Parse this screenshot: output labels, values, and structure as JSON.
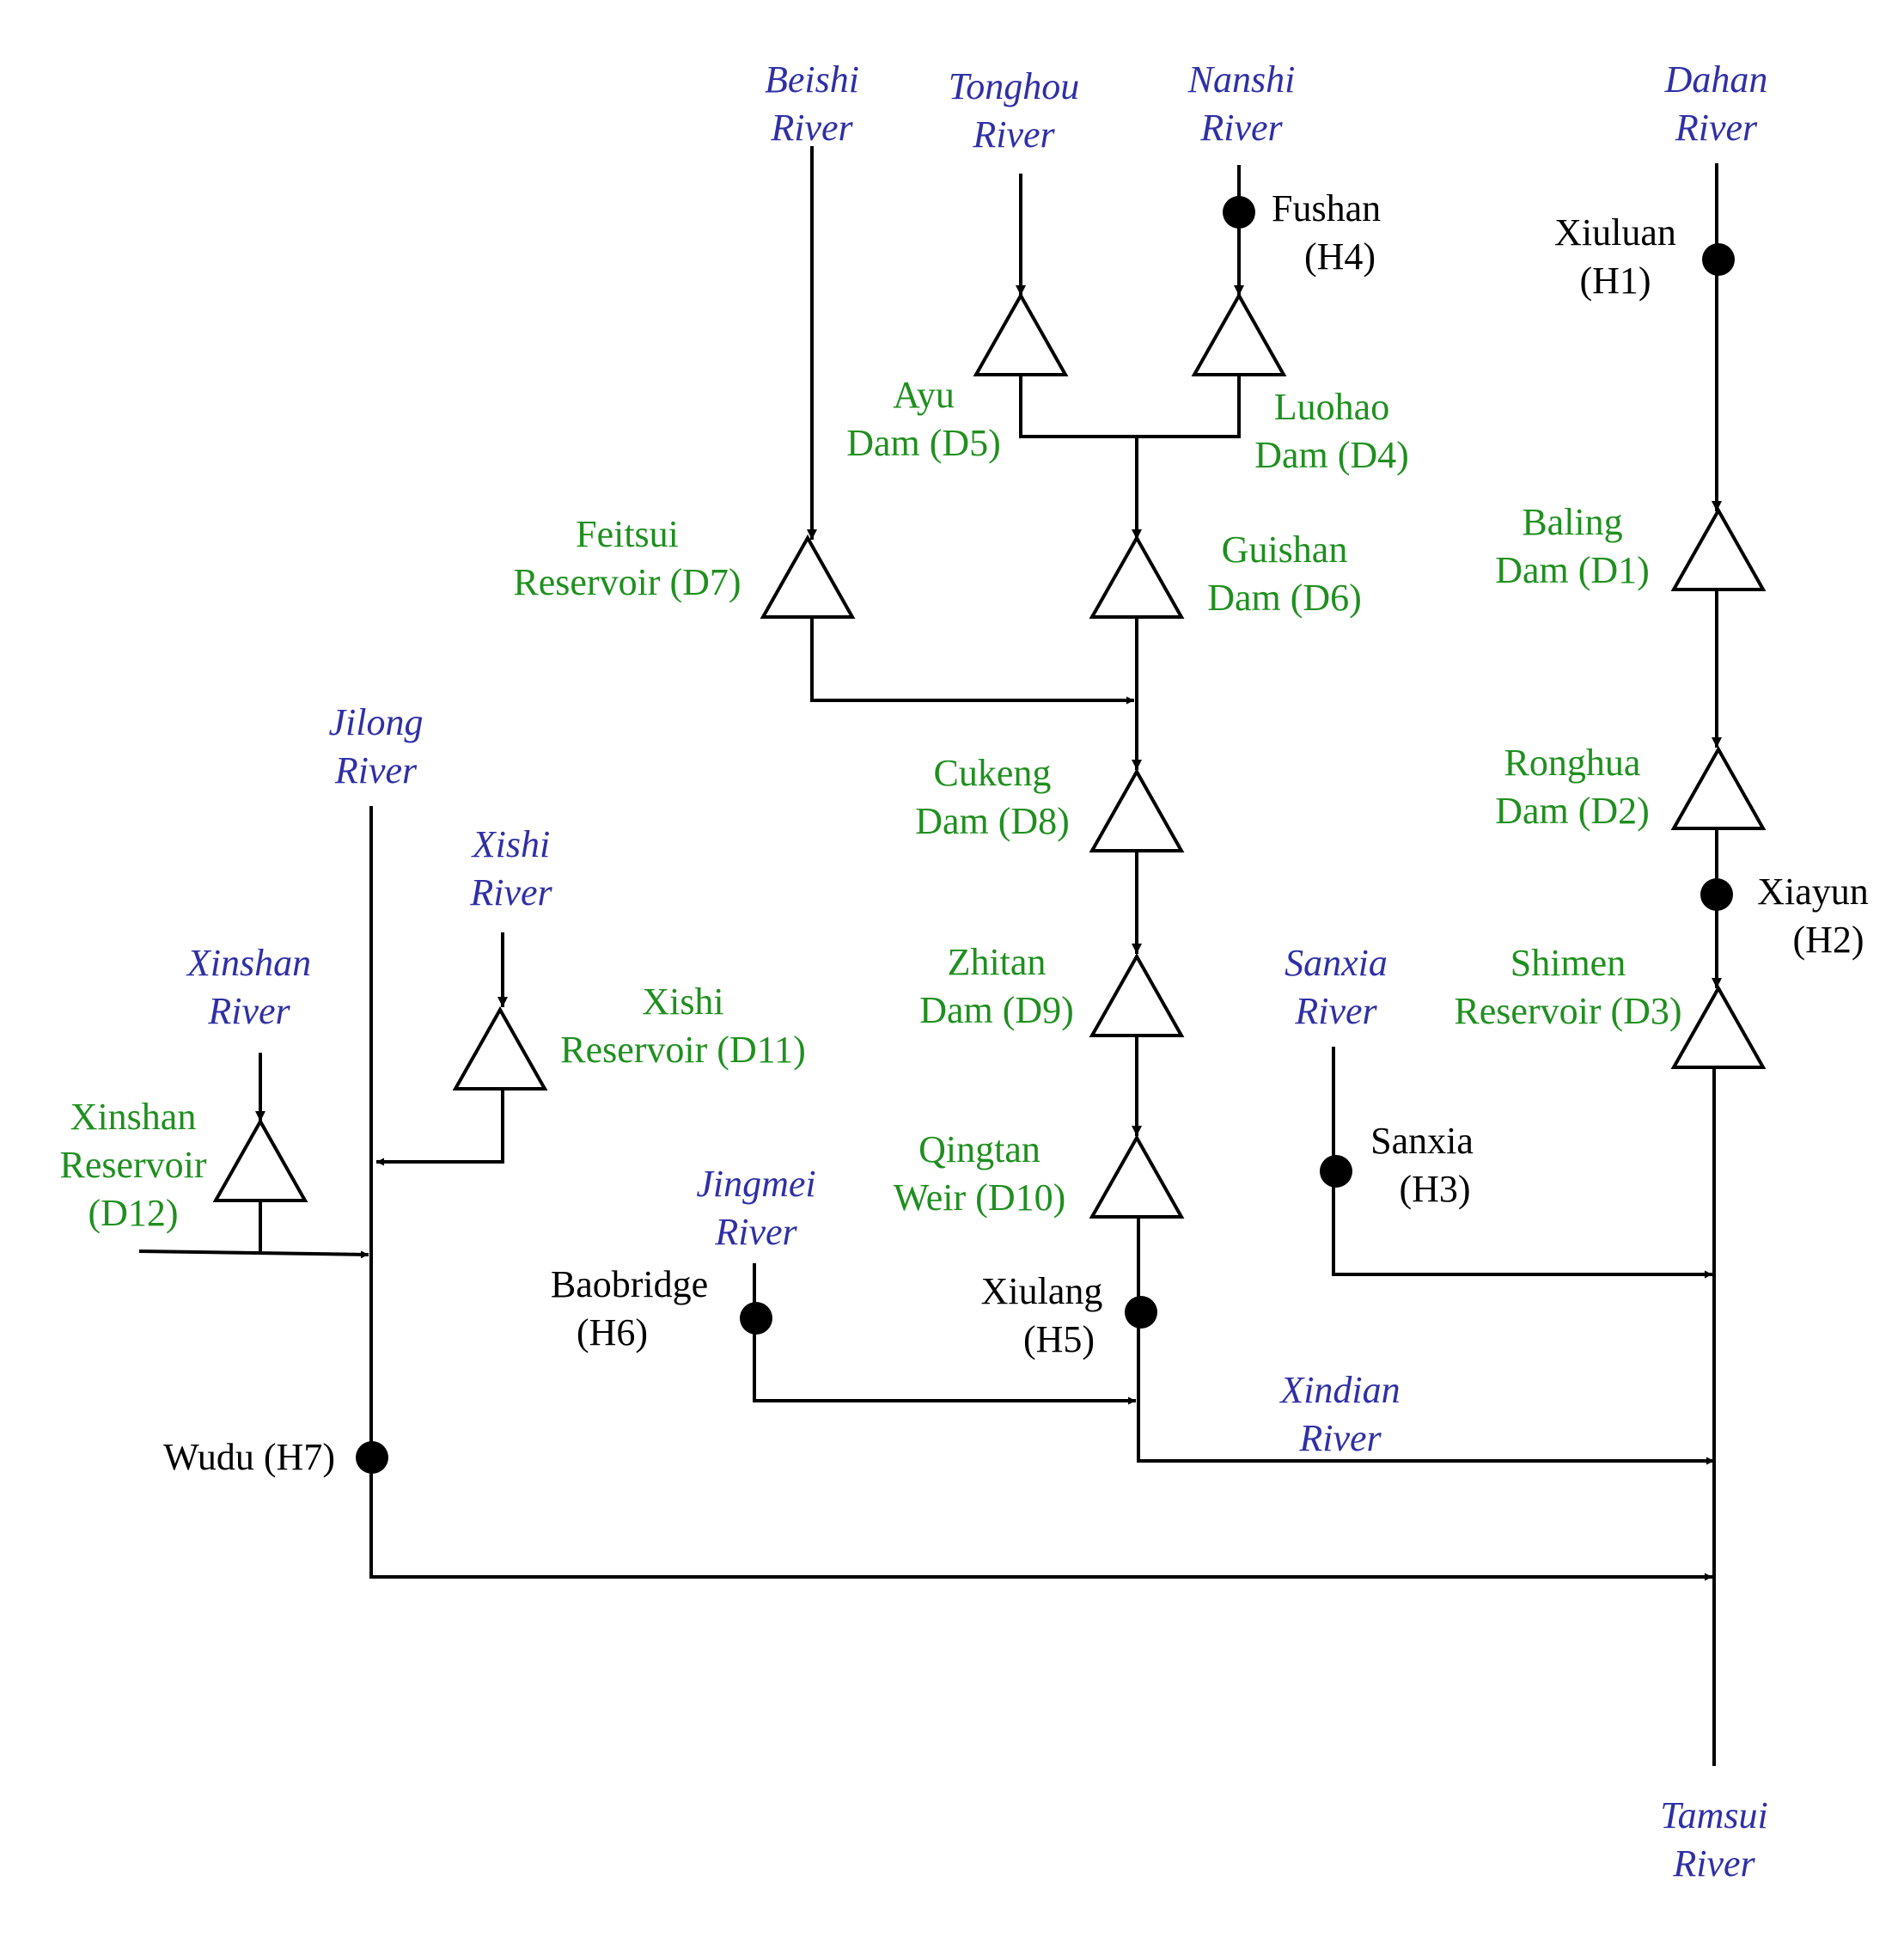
{
  "colors": {
    "river": "#2f2fa6",
    "dam": "#1f8f1f",
    "station": "#000000",
    "line": "#000000"
  },
  "rivers": {
    "beishi": [
      "Beishi",
      "River"
    ],
    "tonghou": [
      "Tonghou",
      "River"
    ],
    "nanshi": [
      "Nanshi",
      "River"
    ],
    "dahan": [
      "Dahan",
      "River"
    ],
    "jilong": [
      "Jilong",
      "River"
    ],
    "xishi": [
      "Xishi",
      "River"
    ],
    "xinshan": [
      "Xinshan",
      "River"
    ],
    "sanxia": [
      "Sanxia",
      "River"
    ],
    "jingmei": [
      "Jingmei",
      "River"
    ],
    "xindian": [
      "Xindian",
      "River"
    ],
    "tamsui": [
      "Tamsui",
      "River"
    ]
  },
  "dams": {
    "d1": [
      "Baling",
      "Dam (D1)"
    ],
    "d2": [
      "Ronghua",
      "Dam (D2)"
    ],
    "d3": [
      "Shimen",
      "Reservoir (D3)"
    ],
    "d4": [
      "Luohao",
      "Dam (D4)"
    ],
    "d5": [
      "Ayu",
      "Dam (D5)"
    ],
    "d6": [
      "Guishan",
      "Dam (D6)"
    ],
    "d7": [
      "Feitsui",
      "Reservoir (D7)"
    ],
    "d8": [
      "Cukeng",
      "Dam (D8)"
    ],
    "d9": [
      "Zhitan",
      "Dam (D9)"
    ],
    "d10": [
      "Qingtan",
      "Weir (D10)"
    ],
    "d11": [
      "Xishi",
      "Reservoir (D11)"
    ],
    "d12": [
      "Xinshan",
      "Reservoir",
      "(D12)"
    ]
  },
  "stations": {
    "h1": [
      "Xiuluan",
      "(H1)"
    ],
    "h2": [
      "Xiayun",
      "(H2)"
    ],
    "h3": [
      "Sanxia",
      "(H3)"
    ],
    "h4": [
      "Fushan",
      "(H4)"
    ],
    "h5": [
      "Xiulang",
      "(H5)"
    ],
    "h6": [
      "Baobridge",
      "(H6)"
    ],
    "h7": [
      "Wudu (H7)"
    ]
  }
}
